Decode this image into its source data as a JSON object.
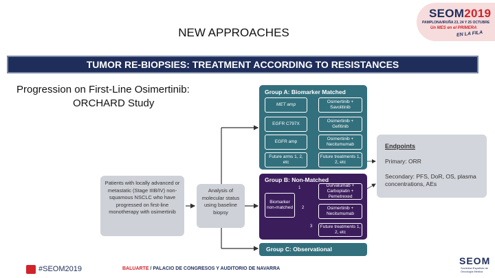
{
  "logo": {
    "brand_prefix": "SEOM",
    "brand_year": "2019",
    "dates": "PAMPLONA/IRUÑA 23, 24 Y 25 OCTUBRE",
    "tagline1": "Un MES en el PRIMERA",
    "tagline2": "EN LA FILA"
  },
  "slide": {
    "title": "NEW APPROACHES",
    "banner": "TUMOR RE-BIOPSIES:  TREATMENT ACCORDING TO RESISTANCES",
    "subtitle_line1": "Progression on First-Line Osimertinib:",
    "subtitle_line2": "ORCHARD Study"
  },
  "flowchart": {
    "patients": "Patients with locally advanced or metastatic (Stage IIIB/IV) non-squamous NSCLC who have progressed on first-line monotherapy with osimertinib",
    "analysis": "Analysis of molecular status using baseline biopsy",
    "group_a": {
      "title": "Group A: Biomarker Matched",
      "rows": [
        {
          "biomarker": "MET amp",
          "treatment": "Osimertinib + Savolitinib"
        },
        {
          "biomarker": "EGFR C797X",
          "treatment": "Osimertinib + Gefitinib"
        },
        {
          "biomarker": "EGFR amp",
          "treatment": "Osimertinib + Necitumumab"
        },
        {
          "biomarker": "Future arms 1, 2, etc",
          "treatment": "Future treatments 1, 2, etc"
        }
      ]
    },
    "group_b": {
      "title": "Group B: Non-Matched",
      "biomarker": "Biomarker non-matched",
      "treatments": [
        {
          "num": "1",
          "label": "Durvalumab + Carboplatin + Pemetrexed"
        },
        {
          "num": "2",
          "label": "Osimertinib + Necitumumab"
        },
        {
          "num": "3",
          "label": "Future treatments 1, 2, etc"
        }
      ]
    },
    "group_c": {
      "title": "Group C: Observational"
    },
    "endpoints": {
      "title": "Endpoints",
      "primary": "Primary: ORR",
      "secondary": "Secondary: PFS, DoR, OS, plasma concentrations, AEs"
    }
  },
  "footer": {
    "hashtag": "#SEOM2019",
    "venue_prefix": "BALUARTE",
    "venue": " / PALACIO DE CONGRESOS Y AUDITORIO DE NAVARRA",
    "org_name": "SEOM",
    "org_desc": "Sociedad Española de Oncología Médica"
  },
  "colors": {
    "navy": "#1e2d5a",
    "teal": "#33707d",
    "purple": "#3c1d5c",
    "red": "#d1232a",
    "gray_box": "#cfd1d8"
  }
}
